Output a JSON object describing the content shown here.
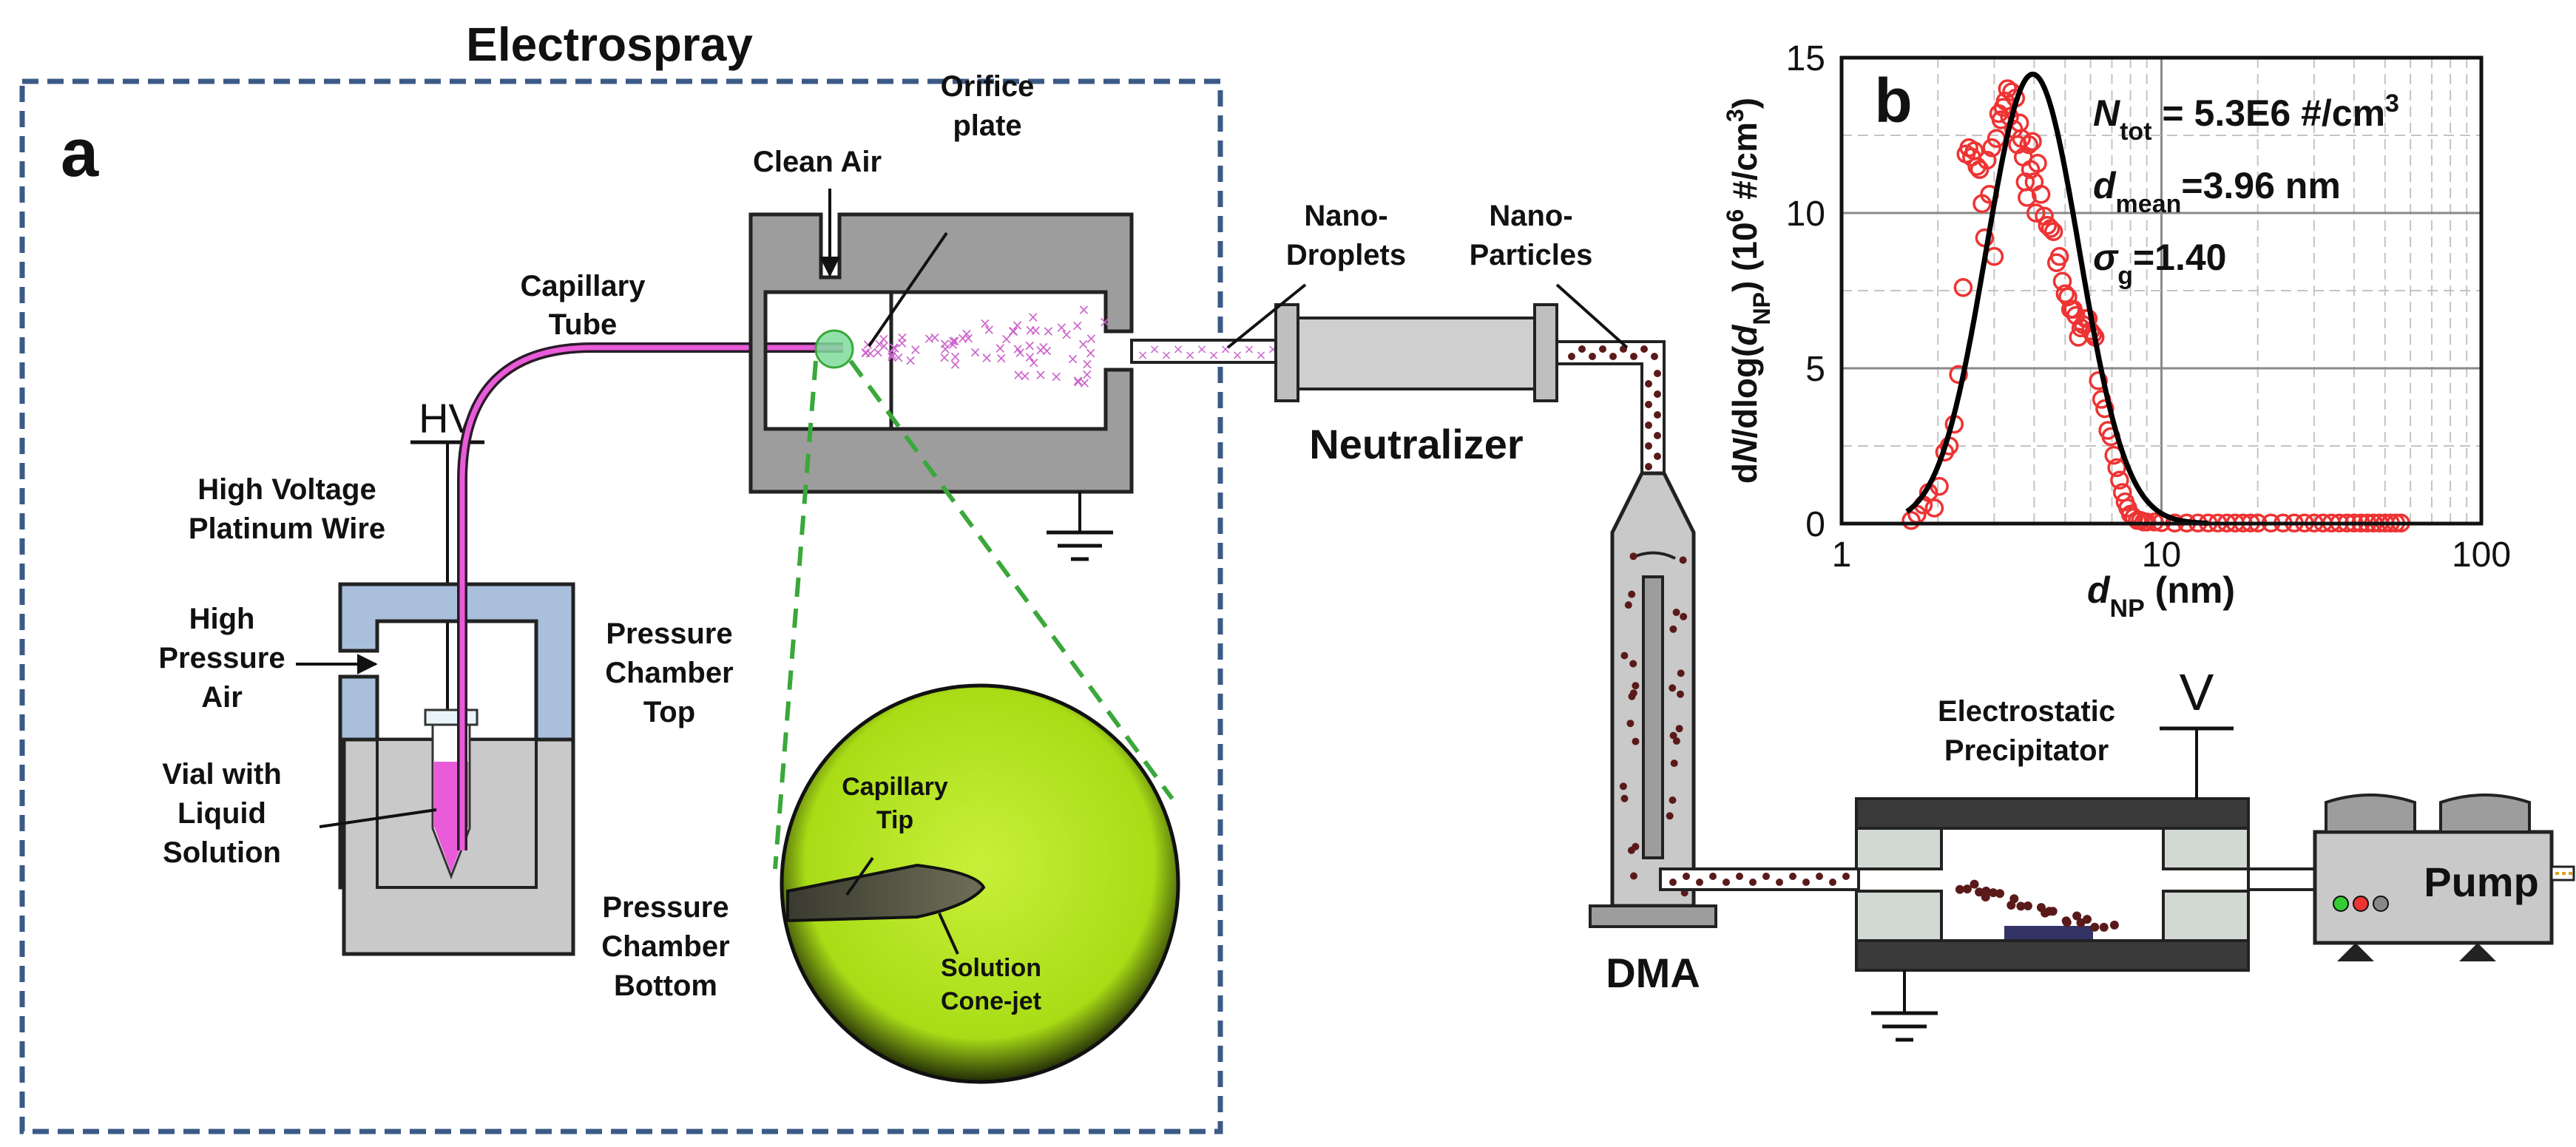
{
  "panel_a": {
    "title": "Electrospray",
    "letter": "a",
    "labels": {
      "clean_air": "Clean Air",
      "orifice_1": "Orifice",
      "orifice_2": "plate",
      "capillary_1": "Capillary",
      "capillary_2": "Tube",
      "hv": "HV",
      "hv_wire_1": "High Voltage",
      "hv_wire_2": "Platinum Wire",
      "hp_air_1": "High",
      "hp_air_2": "Pressure",
      "hp_air_3": "Air",
      "vial_1": "Vial with",
      "vial_2": "Liquid",
      "vial_3": "Solution",
      "pc_top_1": "Pressure",
      "pc_top_2": "Chamber",
      "pc_top_3": "Top",
      "pc_bottom_1": "Pressure",
      "pc_bottom_2": "Chamber",
      "pc_bottom_3": "Bottom",
      "cap_tip_1": "Capillary",
      "cap_tip_2": "Tip",
      "cone_1": "Solution",
      "cone_2": "Cone-jet"
    }
  },
  "system": {
    "nano_droplets_1": "Nano-",
    "nano_droplets_2": "Droplets",
    "nano_particles_1": "Nano-",
    "nano_particles_2": "Particles",
    "neutralizer": "Neutralizer",
    "dma": "DMA",
    "esp_1": "Electrostatic",
    "esp_2": "Precipitator",
    "voltage": "V",
    "pump": "Pump"
  },
  "colors": {
    "frame": "#3b5a86",
    "chamber": "#9d9d9d",
    "pressure_housing": "#a9bfdc",
    "liquid": "#e95bd8",
    "droplets": "#cc66cc",
    "particles": "#5a1a1a",
    "microscope": "#b6e61e",
    "leader": "#3aa83a",
    "marker": "#ee3333",
    "fit_curve": "#000000",
    "electrode": "#333366"
  },
  "panel_b": {
    "letter": "b",
    "stats": {
      "ntot_sym": "N",
      "ntot_sub": "tot",
      "ntot_val": " = 5.3E6  #/cm",
      "ntot_sup": "3",
      "dmean_sym": "d",
      "dmean_sub": "mean",
      "dmean_val": "=3.96  nm",
      "sigma_sym": "σ",
      "sigma_sub": "g",
      "sigma_val": "=1.40"
    }
  },
  "chart_data": {
    "type": "scatter",
    "xlabel": "dNP (nm)",
    "ylabel": "dN/dlog(dNP) (10^6 #/cm^3)",
    "x_scale": "log",
    "xlim": [
      1,
      100
    ],
    "ylim": [
      0,
      15
    ],
    "x_ticks": [
      1,
      10,
      100
    ],
    "y_ticks": [
      0,
      5,
      10,
      15
    ],
    "grid": true,
    "series": [
      {
        "kind": "markers",
        "x": [
          1.65,
          1.72,
          1.8,
          1.87,
          1.95,
          2.02,
          2.1,
          2.17,
          2.25,
          2.32,
          2.4,
          2.45,
          2.5,
          2.55,
          2.6,
          2.65,
          2.7,
          2.75,
          2.8,
          2.85,
          2.9,
          2.95,
          3.0,
          3.05,
          3.1,
          3.15,
          3.2,
          3.25,
          3.3,
          3.35,
          3.4,
          3.45,
          3.5,
          3.55,
          3.6,
          3.65,
          3.7,
          3.75,
          3.8,
          3.85,
          3.9,
          3.95,
          4.0,
          4.05,
          4.1,
          4.2,
          4.3,
          4.4,
          4.5,
          4.6,
          4.7,
          4.8,
          4.9,
          5.0,
          5.1,
          5.2,
          5.3,
          5.4,
          5.5,
          5.6,
          5.7,
          5.8,
          5.9,
          6.0,
          6.1,
          6.2,
          6.35,
          6.5,
          6.65,
          6.8,
          6.95,
          7.1,
          7.25,
          7.4,
          7.55,
          7.7,
          7.85,
          8.0,
          8.2,
          8.4,
          8.6,
          8.8,
          9.0,
          9.5,
          10,
          11,
          12,
          13,
          14,
          15,
          16,
          17,
          18,
          19,
          20,
          22,
          24,
          26,
          28,
          30,
          32,
          34,
          36,
          38,
          40,
          42,
          44,
          46,
          48,
          50,
          52,
          54,
          56
        ],
        "y": [
          0.1,
          0.3,
          0.6,
          1.0,
          0.5,
          1.2,
          2.3,
          2.5,
          3.2,
          4.8,
          7.6,
          11.9,
          12.1,
          11.8,
          12.0,
          11.5,
          11.4,
          10.3,
          9.2,
          11.7,
          10.6,
          12.1,
          8.6,
          12.4,
          13.2,
          13.0,
          13.4,
          13.6,
          14.0,
          13.1,
          13.9,
          12.7,
          13.7,
          12.2,
          12.9,
          12.4,
          11.8,
          11.0,
          10.5,
          12.2,
          11.4,
          12.3,
          11.0,
          10.0,
          11.6,
          10.6,
          9.9,
          9.6,
          9.5,
          9.4,
          8.4,
          8.6,
          7.8,
          7.4,
          7.3,
          6.9,
          6.9,
          6.7,
          6.0,
          6.3,
          6.4,
          6.6,
          6.6,
          6.2,
          6.1,
          6.0,
          4.6,
          4.0,
          3.7,
          3.0,
          2.8,
          2.2,
          1.8,
          1.4,
          1.0,
          0.7,
          0.5,
          0.3,
          0.2,
          0.1,
          0.1,
          0.05,
          0.05,
          0.05,
          0.03,
          0.02,
          0.02,
          0.02,
          0.02,
          0.02,
          0.02,
          0.02,
          0.02,
          0.02,
          0.02,
          0.02,
          0.02,
          0.02,
          0.02,
          0.02,
          0.02,
          0.02,
          0.02,
          0.02,
          0.02,
          0.02,
          0.02,
          0.02,
          0.02,
          0.02,
          0.02,
          0.02,
          0.02
        ]
      },
      {
        "kind": "lognormal_fit",
        "x_range": [
          1.6,
          14
        ],
        "N": 5.3,
        "dg": 3.96,
        "sigma_g": 1.4
      }
    ]
  }
}
